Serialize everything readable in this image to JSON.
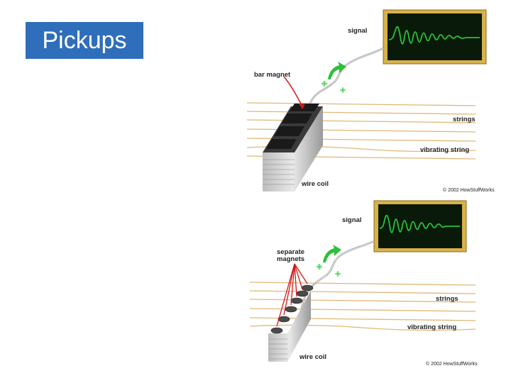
{
  "slide": {
    "title": "Pickups"
  },
  "diagram_top": {
    "signal_label": "signal",
    "magnet_label": "bar magnet",
    "strings_label": "strings",
    "vibrating_label": "vibrating string",
    "coil_label": "wire coil",
    "copyright": "© 2002 HowStuffWorks"
  },
  "diagram_bottom": {
    "signal_label": "signal",
    "magnet_label_line1": "separate",
    "magnet_label_line2": "magnets",
    "strings_label": "strings",
    "vibrating_label": "vibrating string",
    "coil_label": "wire coil",
    "copyright": "© 2002 HowStuffWorks"
  },
  "colors": {
    "title_bg": "#2f6eba",
    "screen_bg": "#0a1a0a",
    "screen_frame": "#d8b24a",
    "wave": "#27c13a",
    "string": "#e0b878",
    "arrow_red": "#d21a1a",
    "arrow_green": "#2fbf3a"
  }
}
